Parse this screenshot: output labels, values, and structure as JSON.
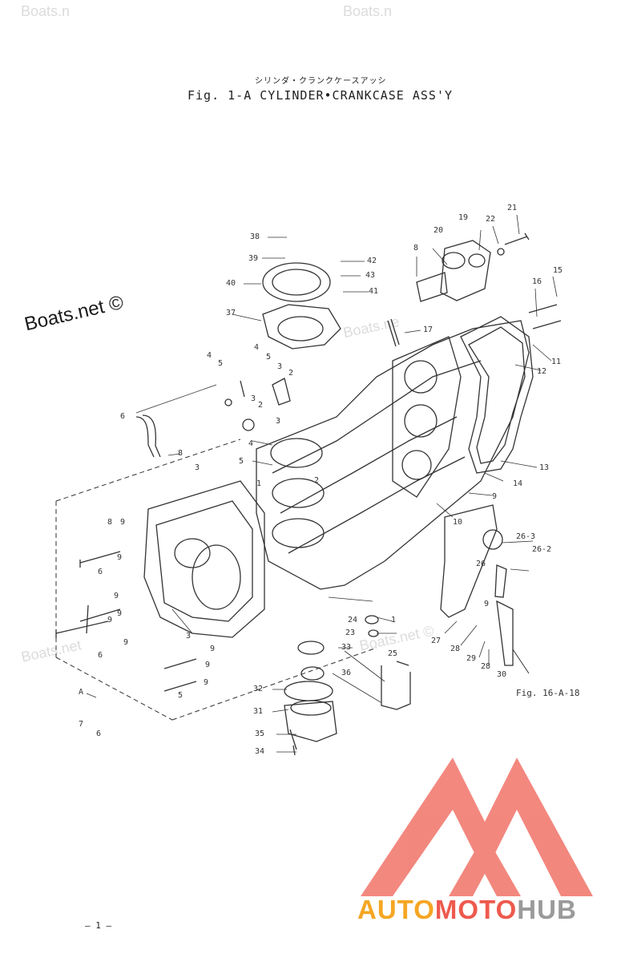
{
  "watermarks": {
    "top_left": "Boats.n",
    "top_center": "Boats.n",
    "mid_left": "Boats.net ©",
    "mid_right": "Boats.ne",
    "lower_left": "Boats.net",
    "lower_center": "Boats.net ©"
  },
  "header": {
    "title_jp": "シリンダ・クランクケースアッシ",
    "title": "Fig. 1-A   CYLINDER•CRANKCASE ASS'Y"
  },
  "callouts": [
    "38",
    "39",
    "40",
    "37",
    "42",
    "43",
    "41",
    "4",
    "5",
    "4",
    "5",
    "3",
    "3",
    "2",
    "2",
    "3",
    "6",
    "8",
    "4",
    "5",
    "3",
    "1",
    "2",
    "8",
    "9",
    "9",
    "9",
    "9",
    "9",
    "9",
    "9",
    "9",
    "9",
    "6",
    "6",
    "6",
    "6",
    "5",
    "A",
    "7",
    "8",
    "3",
    "21",
    "22",
    "20",
    "19",
    "8",
    "16",
    "15",
    "17",
    "11",
    "12",
    "13",
    "14",
    "9",
    "10",
    "26-3",
    "26-2",
    "26",
    "1",
    "24",
    "23",
    "25",
    "33",
    "36",
    "32",
    "31",
    "35",
    "34",
    "27",
    "28",
    "29",
    "28",
    "30",
    "9"
  ],
  "figure_reference": "Fig. 16-A-18",
  "page_number": "— 1 —",
  "logo": {
    "part1": "AUTO",
    "part2": "MOTO",
    "part3": "HUB",
    "color_orange": "#f5a623",
    "color_red": "#ee5a4d",
    "color_gray": "#9a9a9a"
  }
}
